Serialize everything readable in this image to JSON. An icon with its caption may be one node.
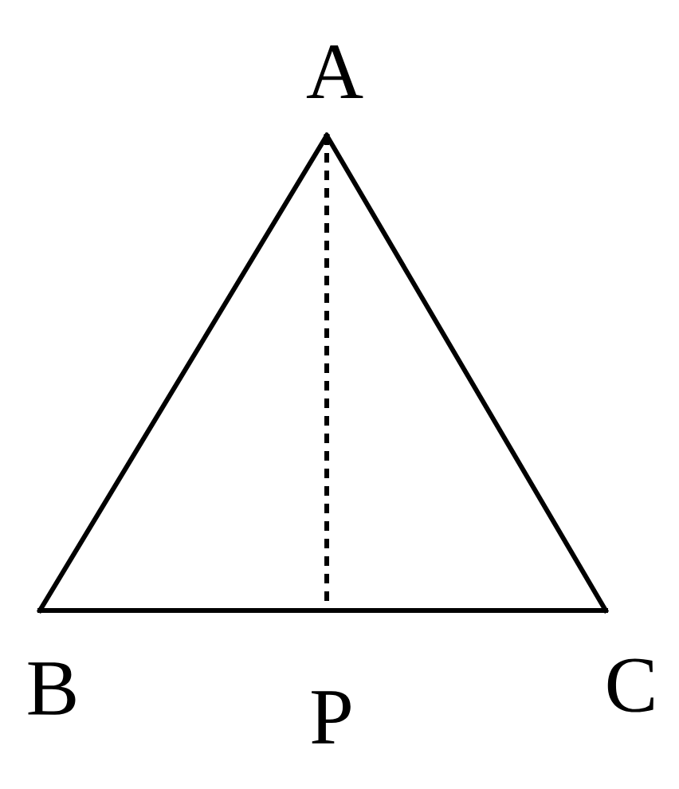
{
  "diagram": {
    "nodes": [
      {
        "text": [
          "A"
        ]
      },
      {
        "text": [
          "B"
        ]
      },
      {
        "text": [
          "C"
        ]
      },
      {
        "text": [
          "P"
        ]
      }
    ],
    "edges": [
      {
        "from": 0,
        "to": 1,
        "arrow": "none"
      },
      {
        "from": 0,
        "to": 2,
        "arrow": "none"
      },
      {
        "from": 1,
        "to": 2,
        "arrow": "none"
      },
      {
        "from": 0,
        "to": 3,
        "arrow": "none",
        "style": "dashed"
      }
    ]
  }
}
